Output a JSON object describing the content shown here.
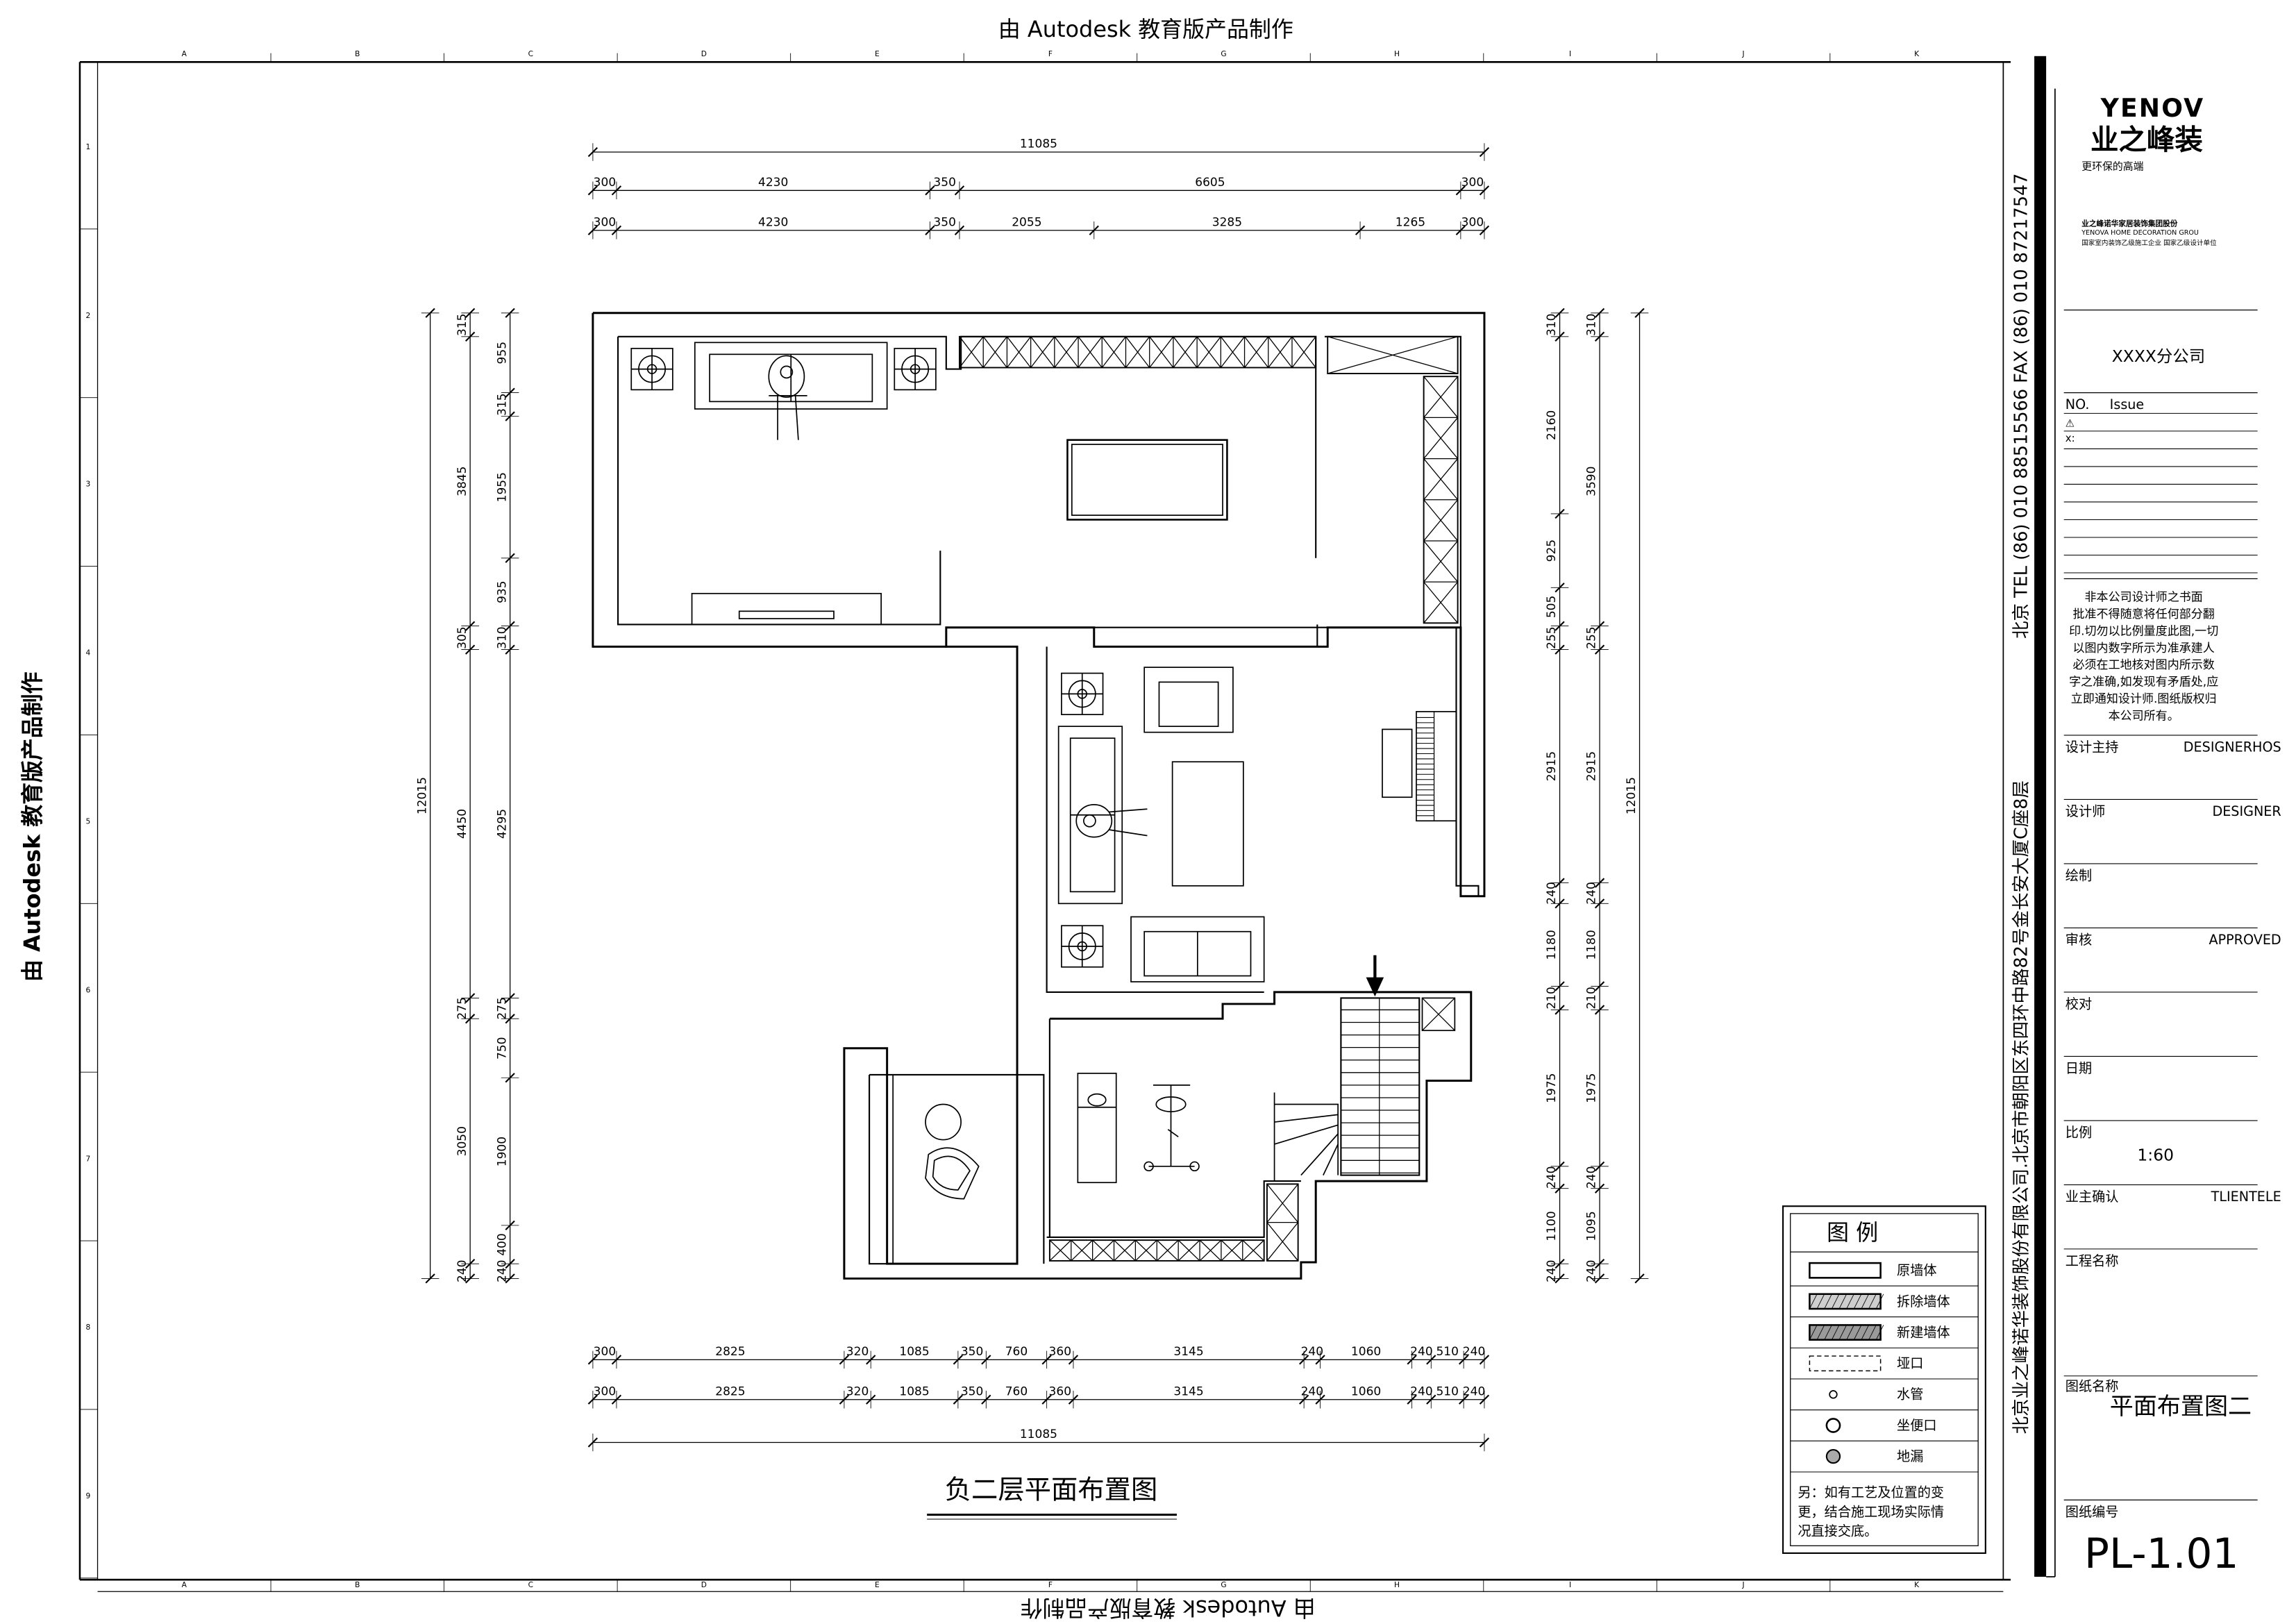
{
  "watermark": "由 Autodesk 教育版产品制作",
  "grid": {
    "columns": [
      "A",
      "B",
      "C",
      "D",
      "E",
      "F",
      "G",
      "H",
      "I",
      "J",
      "K"
    ],
    "rows": [
      "1",
      "2",
      "3",
      "4",
      "5",
      "6",
      "7",
      "8",
      "9"
    ]
  },
  "drawing": {
    "title": "负二层平面布置图",
    "top_dims": {
      "overall": "11085",
      "row2": [
        "300",
        "4230",
        "350",
        "6605",
        "300"
      ],
      "row3": [
        "300",
        "4230",
        "350",
        "2055",
        "3285",
        "1265",
        "300"
      ]
    },
    "bottom_dims": {
      "row1": [
        "300",
        "2825",
        "320",
        "1085",
        "350",
        "760",
        "360",
        "3145",
        "240",
        "1060",
        "240",
        "510",
        "240"
      ],
      "row2": [
        "300",
        "2825",
        "320",
        "1085",
        "350",
        "760",
        "360",
        "3145",
        "240",
        "1060",
        "240",
        "510",
        "240"
      ],
      "overall": "11085"
    },
    "left_dims": {
      "overall": "12015",
      "col2": [
        "315",
        "3845",
        "305",
        "4450",
        "275",
        "3050",
        "240"
      ],
      "col3": [
        "955",
        "315",
        "1955",
        "935",
        "310",
        "4295",
        "275",
        "750",
        "1900",
        "400",
        "240"
      ]
    },
    "right_dims": {
      "overall": "12015",
      "col1": [
        "310",
        "2160",
        "925",
        "505",
        "255",
        "2915",
        "240",
        "1180",
        "210",
        "1975",
        "240",
        "1100",
        "240"
      ],
      "col2": [
        "310",
        "3590",
        "255",
        "2915",
        "240",
        "1180",
        "210",
        "1975",
        "240",
        "1095",
        "240"
      ]
    }
  },
  "legend": {
    "title": "图 例",
    "items": [
      "原墙体",
      "拆除墙体",
      "新建墙体",
      "垭口",
      "水管",
      "坐便口",
      "地漏"
    ],
    "note": [
      "另：如有工艺及位置的变",
      "更，结合施工现场实际情",
      "况直接交底。"
    ]
  },
  "address": {
    "company_line": "北京业之峰诺华装饰股份有限公司.北京市朝阳区东四环中路82号金长安大厦C座8层",
    "phone_line": "北京  TEL (86) 010 88515566  FAX (86) 010 87217547"
  },
  "title_block": {
    "logo_en": "YENOV",
    "logo_cn": "业之峰装",
    "slogan": "更环保的高端",
    "company_small": [
      "业之峰诺华家居装饰集团股份",
      "YENOVA HOME DECORATION GROU",
      "国家室内装饰乙级施工企业  国家乙级设计单位"
    ],
    "branch": "XXXX分公司",
    "issue_header": [
      "NO.",
      "Issue"
    ],
    "issue_rows": [
      "⚠",
      "x:"
    ],
    "disclaimer": [
      "非本公司设计师之书面",
      "批准不得随意将任何部分翻",
      "印.切勿以比例量度此图,一切",
      "以图内数字所示为准承建人",
      "必须在工地核对图内所示数",
      "字之准确,如发现有矛盾处,应",
      "立即通知设计师.图纸版权归",
      "本公司所有。"
    ],
    "fields": [
      {
        "label": "设计主持",
        "value": "DESIGNERHOS"
      },
      {
        "label": "设计师",
        "value": "DESIGNER"
      },
      {
        "label": "绘制",
        "value": ""
      },
      {
        "label": "审核",
        "value": "APPROVED"
      },
      {
        "label": "校对",
        "value": ""
      },
      {
        "label": "日期",
        "value": ""
      },
      {
        "label": "比例",
        "value": "1:60"
      },
      {
        "label": "业主确认",
        "value": "TLIENTELE"
      },
      {
        "label": "工程名称",
        "value": ""
      }
    ],
    "drawing_name_label": "图纸名称",
    "drawing_name": "平面布置图二",
    "drawing_no_label": "图纸编号",
    "drawing_no": "PL-1.01"
  }
}
